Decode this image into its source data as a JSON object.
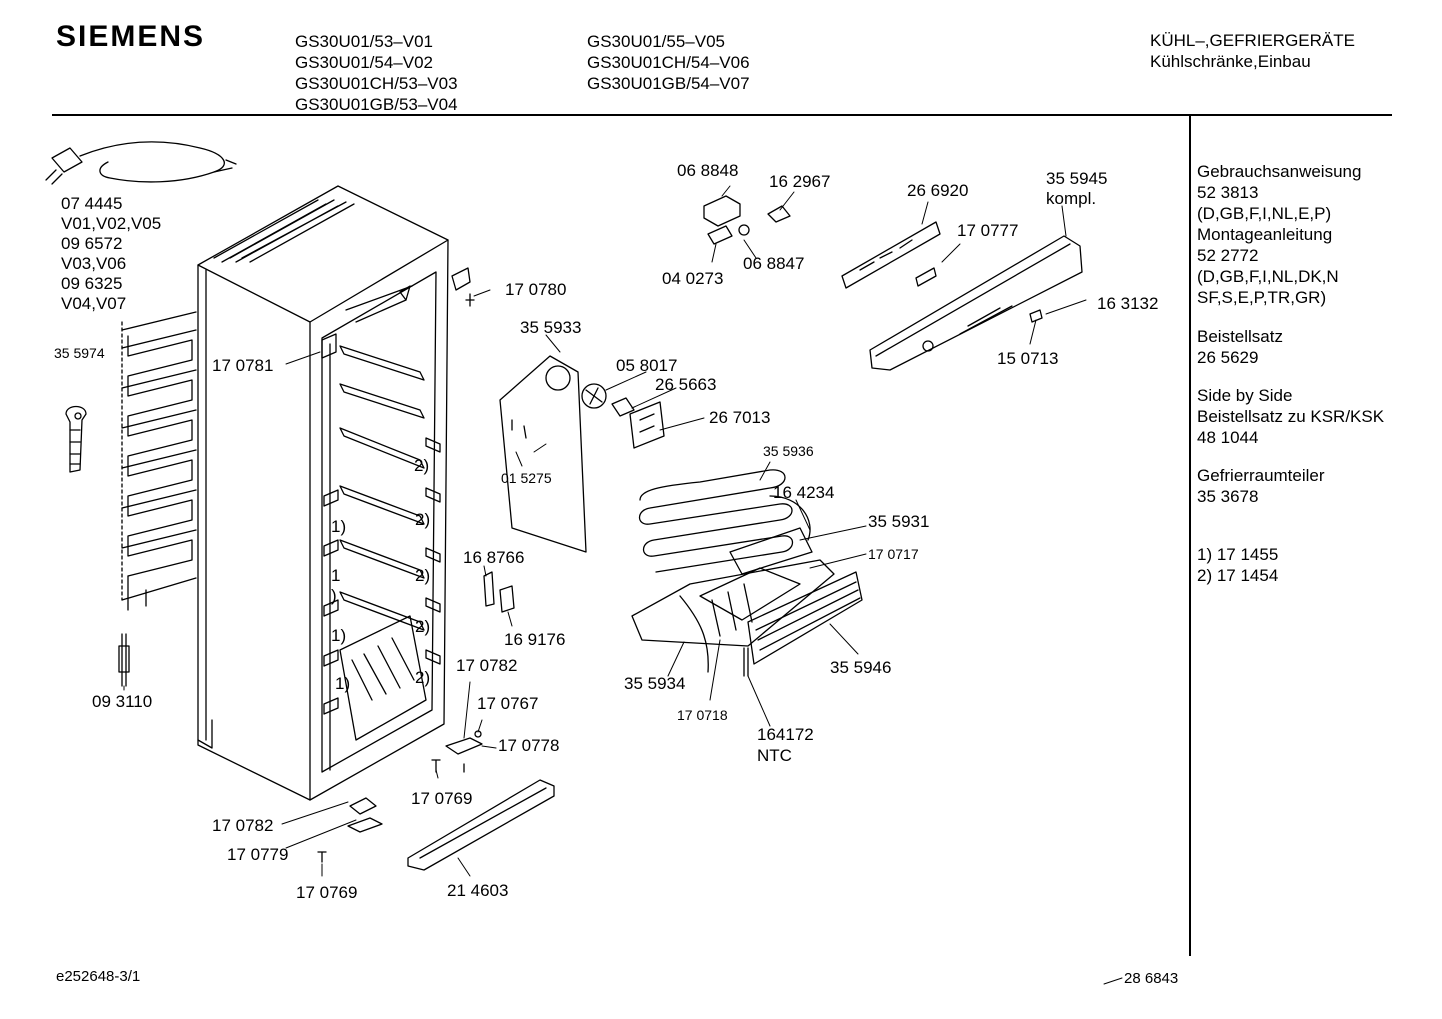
{
  "brand": "SIEMENS",
  "models_col1": [
    "GS30U01/53–V01",
    "GS30U01/54–V02",
    "GS30U01CH/53–V03",
    "GS30U01GB/53–V04"
  ],
  "models_col2": [
    "GS30U01/55–V05",
    "GS30U01CH/54–V06",
    "GS30U01GB/54–V07"
  ],
  "category": [
    "KÜHL–,GEFRIERGERÄTE",
    "Kühlschränke,Einbau"
  ],
  "sidebar": [
    [
      "Gebrauchsanweisung",
      "52 3813",
      "(D,GB,F,I,NL,E,P)",
      "Montageanleitung",
      "52 2772",
      "(D,GB,F,I,NL,DK,N",
      "SF,S,E,P,TR,GR)"
    ],
    [
      "Beistellsatz",
      "26 5629"
    ],
    [
      "Side by Side",
      "Beistellsatz zu KSR/KSK",
      "48 1044"
    ],
    [
      "Gefrierraumteiler",
      "35 3678"
    ],
    [
      "1) 17 1455",
      "2) 17 1454"
    ]
  ],
  "cable_labels": [
    "07 4445",
    "V01,V02,V05",
    "09 6572",
    "V03,V06",
    "09 6325",
    "V04,V07"
  ],
  "parts": {
    "p355974": "35 5974",
    "p093110": "09 3110",
    "p170781": "17 0781",
    "p170780": "17 0780",
    "p355933": "35 5933",
    "p058017": "05 8017",
    "p265663": "26 5663",
    "p267013": "26 7013",
    "p015275": "01 5275",
    "p068848": "06 8848",
    "p162967": "16 2967",
    "p040273": "04 0273",
    "p068847": "06 8847",
    "p266920": "26 6920",
    "p170777": "17 0777",
    "p355945": "35 5945",
    "kompl": "kompl.",
    "p163132": "16 3132",
    "p150713": "15 0713",
    "p355936": "35 5936",
    "p164234": "16 4234",
    "p355931": "35 5931",
    "p170717": "17 0717",
    "p168766": "16 8766",
    "p169176": "16 9176",
    "p170782a": "17 0782",
    "p170767": "17 0767",
    "p170778": "17 0778",
    "p170769a": "17 0769",
    "p355934": "35 5934",
    "p170718": "17 0718",
    "p164172": "164172",
    "ntc": "NTC",
    "p355946": "35 5946",
    "p170782b": "17 0782",
    "p170779": "17 0779",
    "p170769b": "17 0769",
    "p214603": "21 4603"
  },
  "shelf_marks": [
    "2)",
    "1)",
    "2)",
    "1",
    ")",
    "2)",
    "1)",
    "2)",
    "1)",
    "2)"
  ],
  "footer_left": "e252648-3/1",
  "footer_right": "28 6843"
}
